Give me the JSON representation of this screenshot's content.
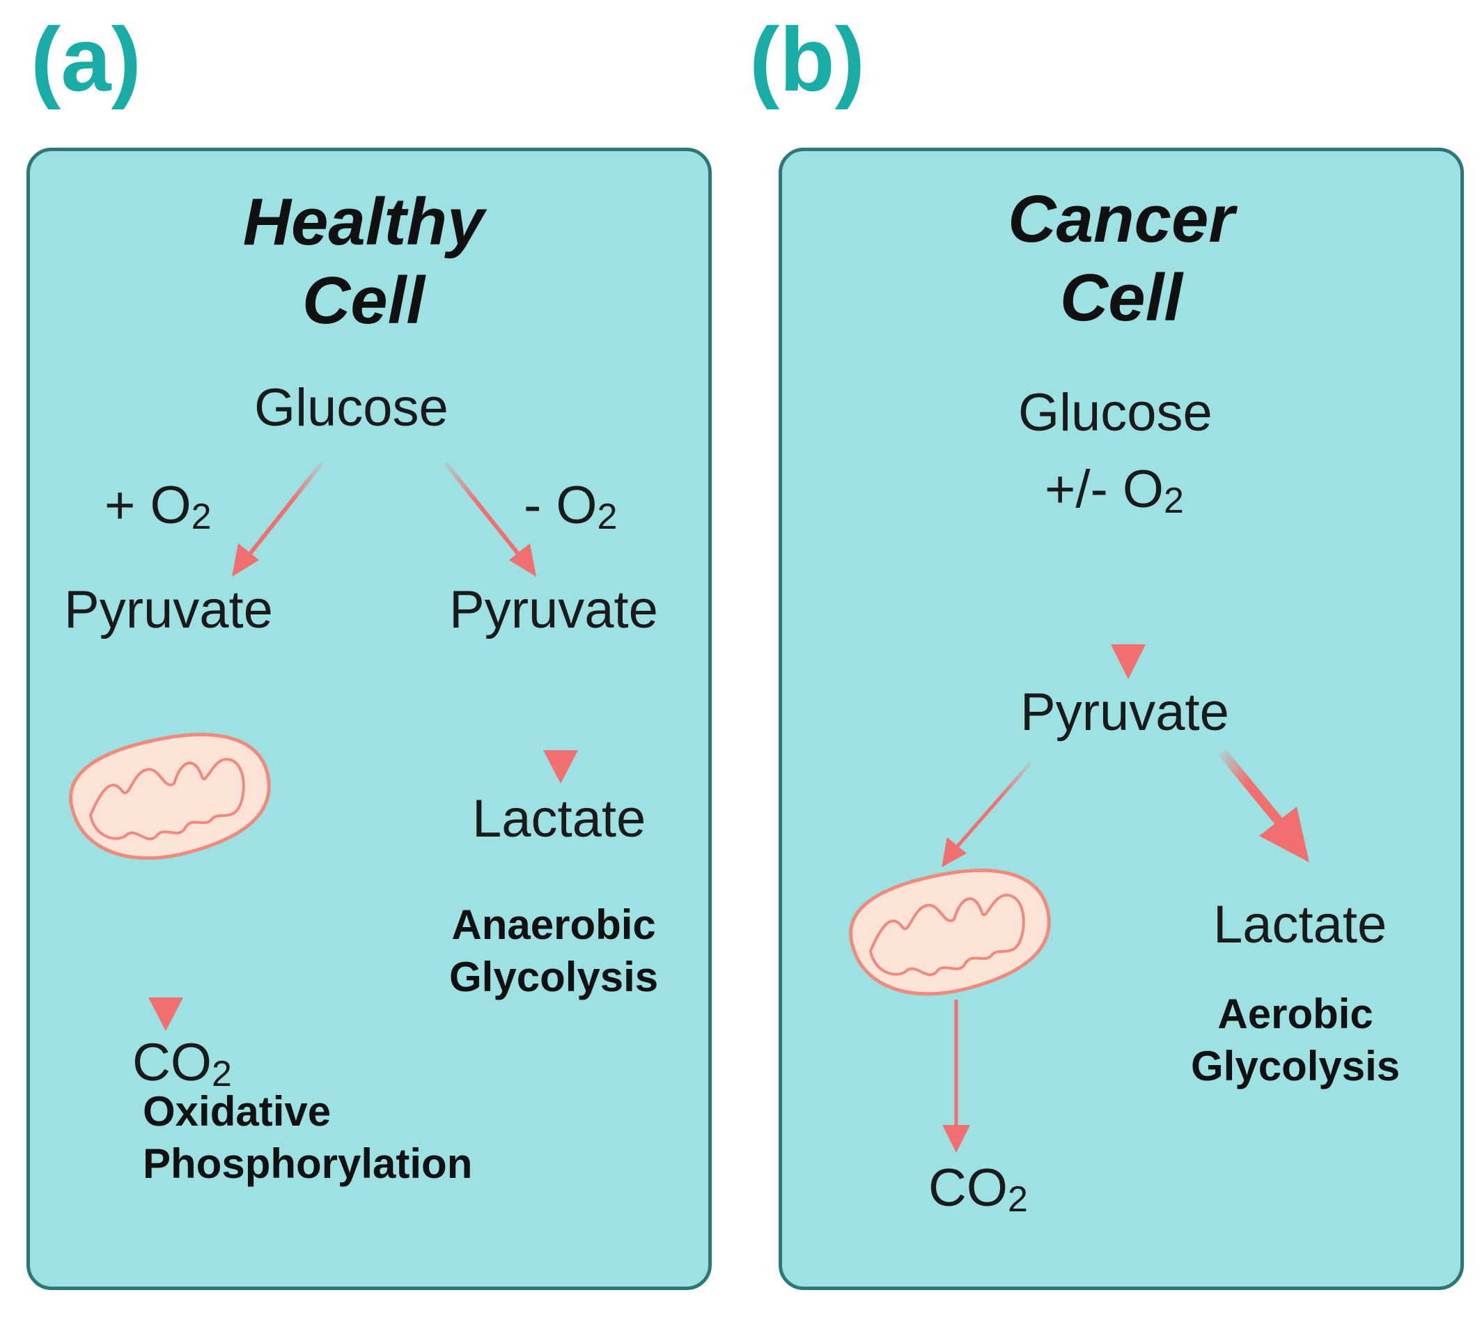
{
  "panel_a": {
    "label": "(a)",
    "title_line1": "Healthy",
    "title_line2": "Cell",
    "glucose": "Glucose",
    "plus_o2": "+ O",
    "minus_o2": "- O",
    "o2_subscript": "2",
    "pyruvate_left": "Pyruvate",
    "pyruvate_right": "Pyruvate",
    "co2": "CO",
    "co2_subscript": "2",
    "lactate": "Lactate",
    "process_left_line1": "Oxidative",
    "process_left_line2": "Phosphorylation",
    "process_right_line1": "Anaerobic",
    "process_right_line2": "Glycolysis"
  },
  "panel_b": {
    "label": "(b)",
    "title_line1": "Cancer",
    "title_line2": "Cell",
    "glucose": "Glucose",
    "plus_minus_o2": "+/- O",
    "o2_subscript": "2",
    "pyruvate": "Pyruvate",
    "lactate": "Lactate",
    "co2": "CO",
    "co2_subscript": "2",
    "process_line1": "Aerobic",
    "process_line2": "Glycolysis"
  },
  "colors": {
    "panel_fill": "#9de1e2",
    "panel_border": "#2b7877",
    "label_color": "#1aada8",
    "arrow_color": "#f26f6f",
    "mito_fill": "#fbe3d8",
    "mito_stroke": "#ef8a7c"
  },
  "icons": [
    "mitochondrion-icon",
    "arrow-icon"
  ]
}
